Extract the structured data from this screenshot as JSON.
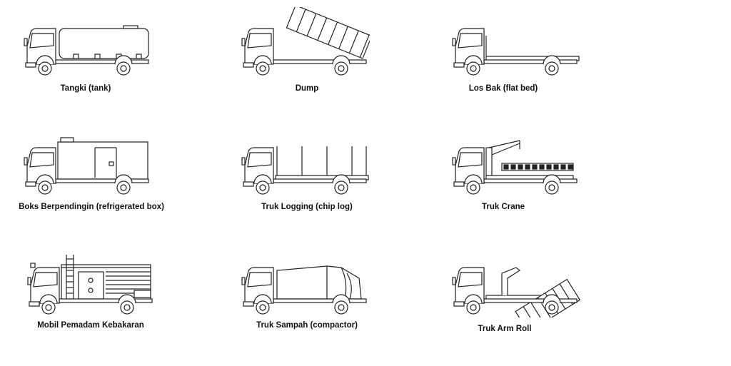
{
  "trucks": [
    {
      "type": "tank",
      "label": "Tangki (tank)"
    },
    {
      "type": "dump",
      "label": "Dump"
    },
    {
      "type": "flatbed",
      "label": "Los Bak (flat bed)"
    },
    {
      "type": "reefer",
      "label": "Boks Berpendingin (refrigerated box)"
    },
    {
      "type": "logging",
      "label": "Truk Logging (chip log)"
    },
    {
      "type": "crane",
      "label": "Truk Crane"
    },
    {
      "type": "fire",
      "label": "Mobil Pemadam Kebakaran"
    },
    {
      "type": "compactor",
      "label": "Truk Sampah (compactor)"
    },
    {
      "type": "armroll",
      "label": "Truk Arm Roll"
    }
  ]
}
